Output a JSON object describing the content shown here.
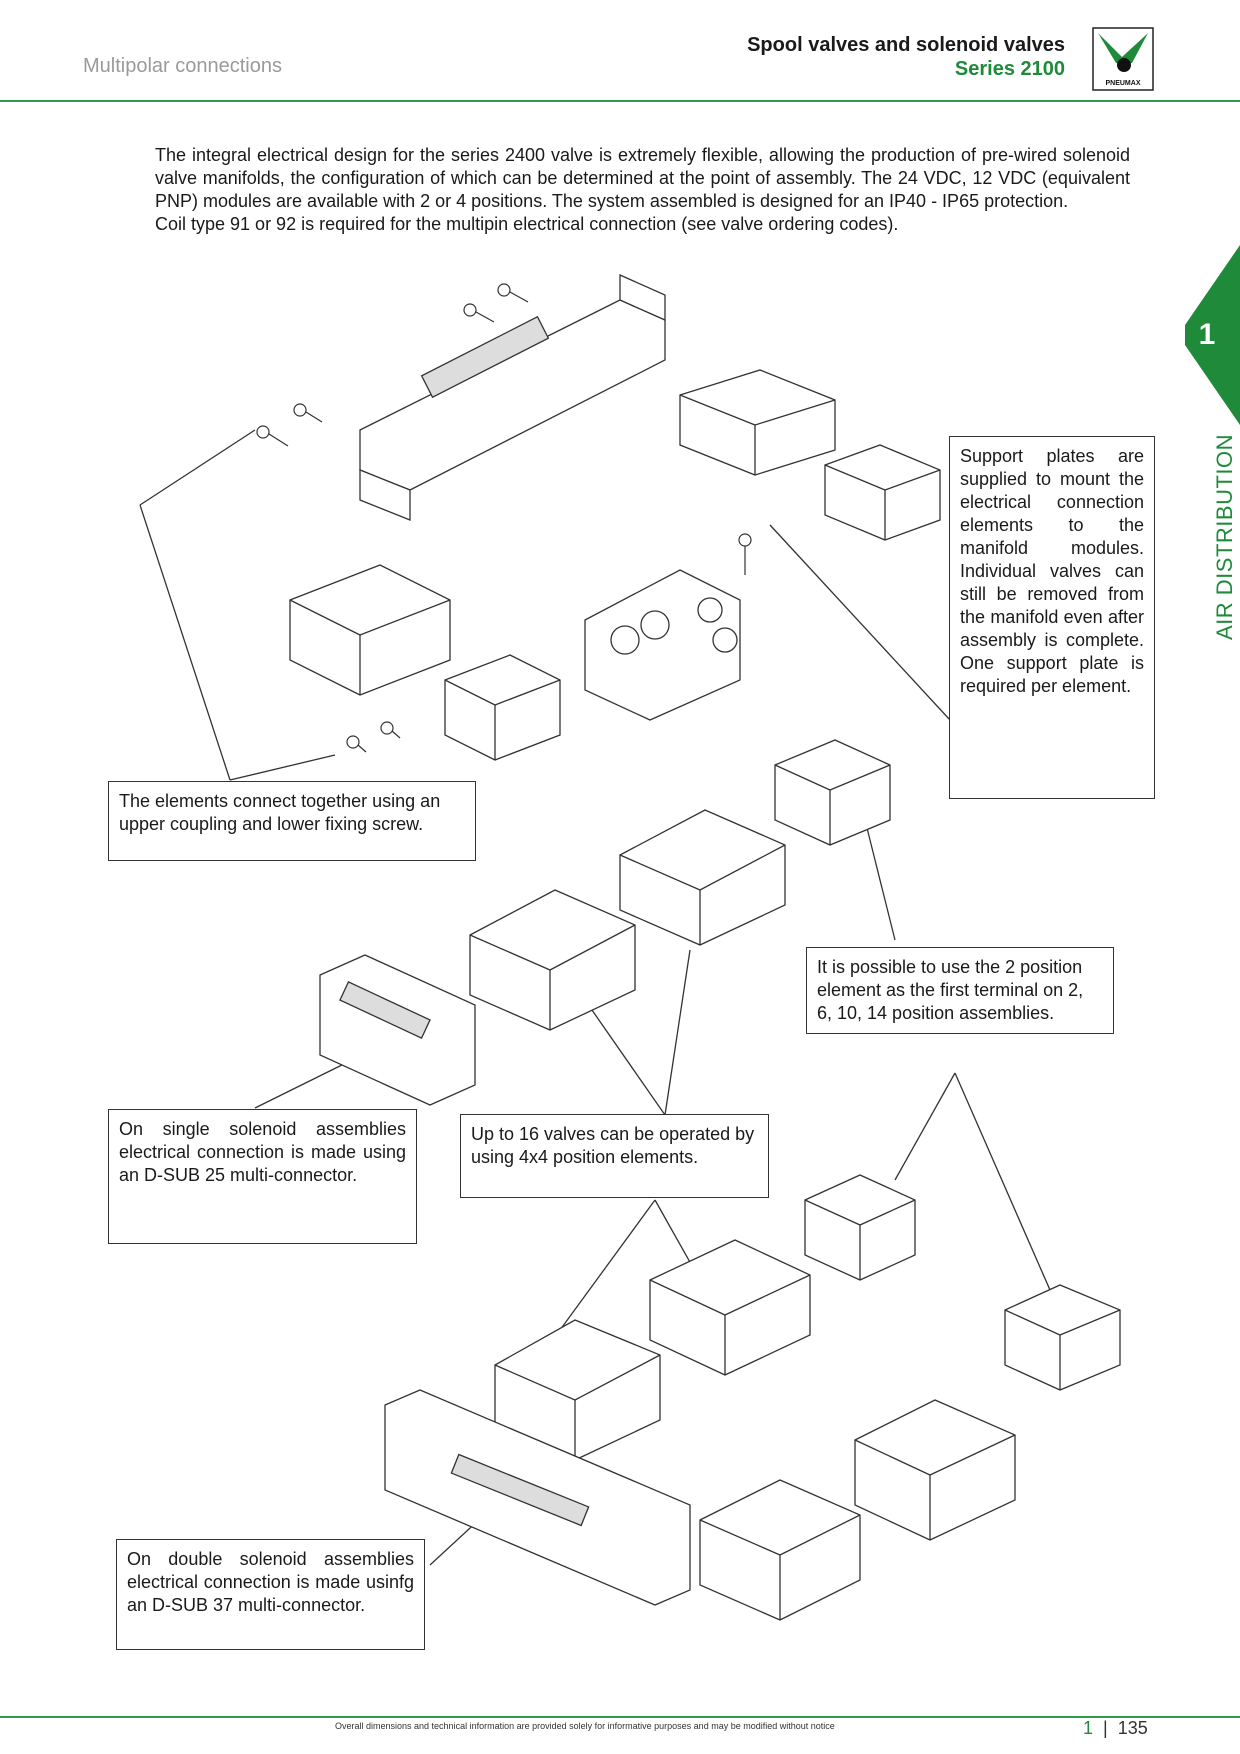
{
  "header": {
    "section": "Multipolar connections",
    "title_line1": "Spool valves and solenoid valves",
    "title_line2": "Series 2100",
    "logo_text": "PNEUMAX"
  },
  "intro": {
    "paragraph1": "The integral electrical design for the series 2400 valve is extremely flexible, allowing the production of pre-wired solenoid valve manifolds, the configuration of which can be determined at the point of assembly. The 24 VDC, 12 VDC (equivalent PNP) modules are available with 2 or 4 positions. The system assembled is designed for an IP40 - IP65 protection.",
    "paragraph2": "Coil type 91 or 92 is required for the multipin electrical connection (see valve ordering codes)."
  },
  "side_tab": {
    "chapter": "1",
    "label": "AIR DISTRIBUTION",
    "color": "#1f8a3a"
  },
  "callouts": {
    "support_plates": "Support plates are supplied to mount the electrical connection elements to the manifold modules. Individual valves can still be removed from the manifold even after assembly is complete. One support plate is required per element.",
    "elements_connect": "The elements connect together using an upper coupling and lower fixing screw.",
    "two_position": "It is possible to use the 2 position element as the first terminal on 2, 6, 10, 14 position assemblies.",
    "single_solenoid": "On single solenoid assemblies electrical connection is made using an D-SUB 25 multi-connector.",
    "up_to_16": "Up to 16 valves can be operated by using 4x4 position elements.",
    "double_solenoid": "On double solenoid assemblies electrical connection is made usinfg an D-SUB 37 multi-connector."
  },
  "footer": {
    "note": "Overall dimensions and technical information are provided solely for informative purposes and may be modified without notice",
    "chapter": "1",
    "page": "135"
  }
}
